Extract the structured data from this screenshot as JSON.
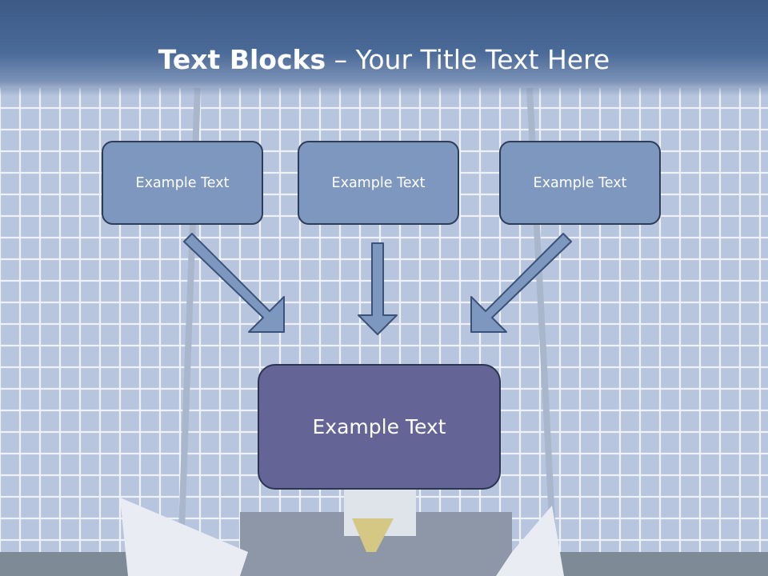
{
  "slide": {
    "title_bold": "Text Blocks",
    "title_rest": " – Your Title Text Here",
    "boxes": [
      "Example Text",
      "Example Text",
      "Example Text"
    ],
    "center_box": "Example Text"
  },
  "colors": {
    "header": "#3d5a86",
    "box_fill": "#7d97be",
    "box_border": "#2c3d59",
    "center_fill": "#646496",
    "arrow_fill": "#7d97be",
    "arrow_stroke": "#3a5278",
    "panel_bg": "#b8c5de",
    "panel_grid": "#eef2f8"
  }
}
